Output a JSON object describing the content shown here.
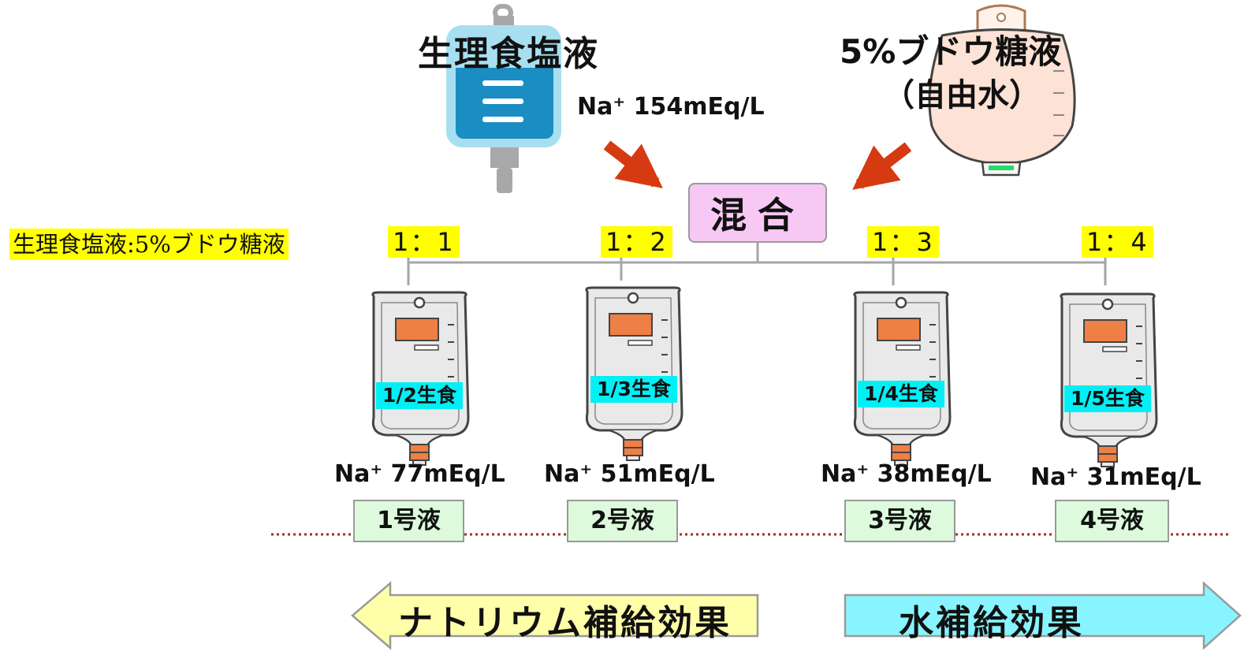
{
  "saline": {
    "title": "生理食塩液",
    "na": "Na⁺ 154mEq/L"
  },
  "dextrose": {
    "title": "5%ブドウ糖液",
    "subtitle": "（自由水）"
  },
  "mix_label": "混合",
  "ratio_legend": "生理食塩液:5%ブドウ糖液",
  "solutions": [
    {
      "ratio": "1：1",
      "bag_label": "1/2生食",
      "na": "Na⁺ 77mEq/L",
      "name": "1号液"
    },
    {
      "ratio": "1：2",
      "bag_label": "1/3生食",
      "na": "Na⁺ 51mEq/L",
      "name": "2号液"
    },
    {
      "ratio": "1：3",
      "bag_label": "1/4生食",
      "na": "Na⁺ 38mEq/L",
      "name": "3号液"
    },
    {
      "ratio": "1：4",
      "bag_label": "1/5生食",
      "na": "Na⁺ 31mEq/L",
      "name": "4号液"
    }
  ],
  "arrows": {
    "left_label": "ナトリウム補給効果",
    "right_label": "水補給効果"
  },
  "colors": {
    "ratio_highlight": "#ffff00",
    "bag_label": "#00f0f5",
    "mix_box": "#f8c8f4",
    "solution_box": "#ddfadd",
    "sodium_arrow": "#ffffaa",
    "water_arrow": "#88f4ff",
    "pointer_arrow": "#d63a10",
    "bag_fill": "#e9e9e9",
    "bag_tag": "#ee7f45"
  },
  "icons": {
    "saline_bag": "iv-bag-icon",
    "dextrose_bag": "soft-iv-bag-icon",
    "mixed_bag": "infusion-bag-icon"
  }
}
